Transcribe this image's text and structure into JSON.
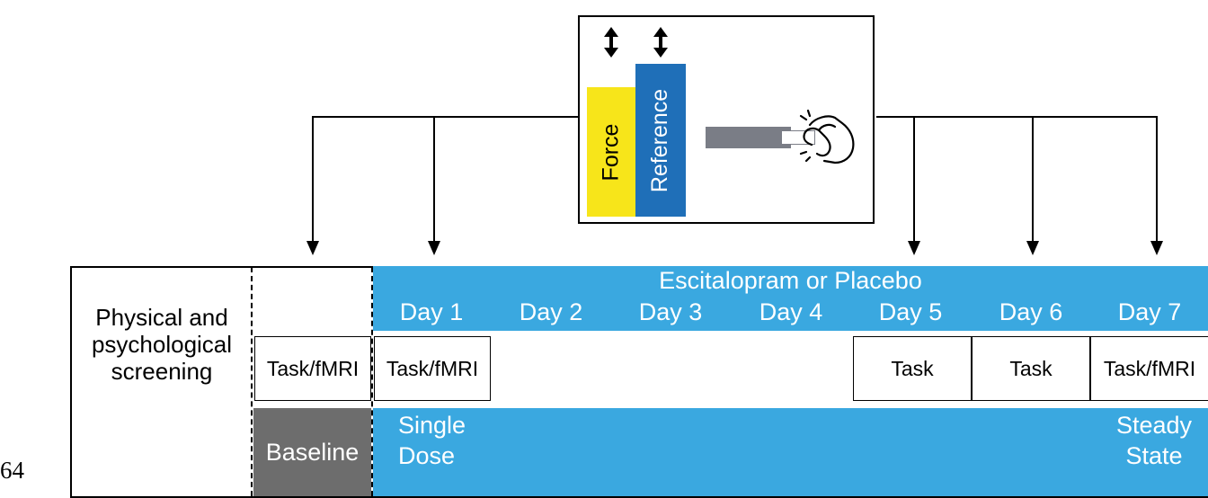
{
  "figure_number": "64",
  "panel": {
    "force_label": "Force",
    "reference_label": "Reference"
  },
  "timeline": {
    "treatment_label": "Escitalopram or Placebo",
    "screening_label": "Physical and psychological screening",
    "days": [
      "Day 1",
      "Day 2",
      "Day 3",
      "Day 4",
      "Day 5",
      "Day 6",
      "Day 7"
    ],
    "task_cells": {
      "baseline": "Task/fMRI",
      "day1": "Task/fMRI",
      "day5": "Task",
      "day6": "Task",
      "day7": "Task/fMRI"
    },
    "baseline_label": "Baseline",
    "single_dose_line1": "Single",
    "single_dose_line2": "Dose",
    "steady_state_line1": "Steady",
    "steady_state_line2": "State"
  },
  "colors": {
    "force_bar": "#f7e51a",
    "reference_bar": "#1f6fb8",
    "timeline_blue": "#3aa8e0",
    "baseline_gray": "#6d6d6d",
    "slider_gray": "#7a7d86"
  }
}
